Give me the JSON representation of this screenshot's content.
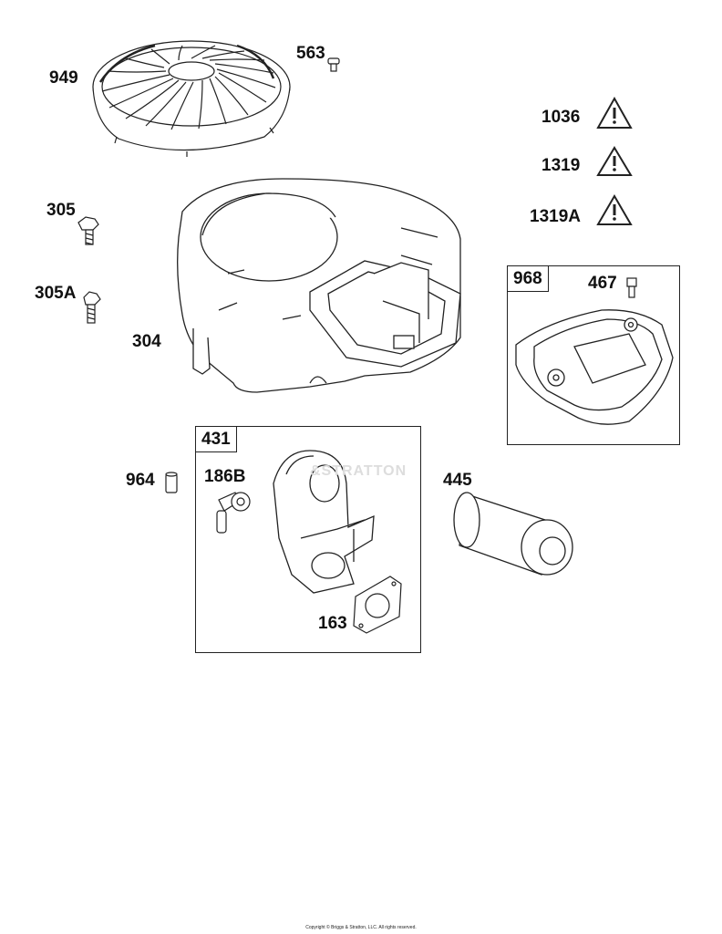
{
  "labels": {
    "p949": "949",
    "p563": "563",
    "p1036": "1036",
    "p1319": "1319",
    "p1319A": "1319A",
    "p305": "305",
    "p305A": "305A",
    "p304": "304",
    "p968": "968",
    "p467": "467",
    "p431": "431",
    "p964": "964",
    "p186B": "186B",
    "p445": "445",
    "p163": "163"
  },
  "icons": {
    "warning": "warning-triangle-icon"
  },
  "watermark": "&STRATTON",
  "copyright": "Copyright © Briggs & Stratton, LLC. All rights reserved.",
  "colors": {
    "line": "#222222",
    "watermark": "#dddddd"
  }
}
